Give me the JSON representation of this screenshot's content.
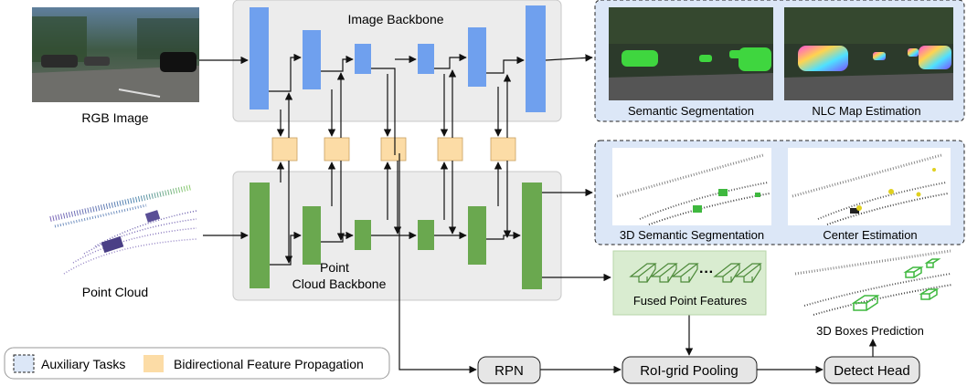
{
  "inputs": {
    "rgb_image_label": "RGB Image",
    "point_cloud_label": "Point Cloud"
  },
  "image_backbone": {
    "title": "Image Backbone",
    "color": "#6fa0ee"
  },
  "point_backbone": {
    "title_line1": "Point",
    "title_line2": "Cloud Backbone",
    "color": "#6aa84f"
  },
  "bfp_color": "#fcdca6",
  "aux_image_tasks": [
    "Semantic Segmentation",
    "NLC Map Estimation"
  ],
  "aux_point_tasks": [
    "3D Semantic Segmentation",
    "Center Estimation"
  ],
  "fused": {
    "label": "Fused Point Features",
    "ellipsis": "···"
  },
  "boxes_label": "3D Boxes Prediction",
  "pipeline": {
    "rpn": "RPN",
    "roi": "RoI-grid Pooling",
    "detect": "Detect Head"
  },
  "legend": {
    "aux": "Auxiliary Tasks",
    "bfp": "Bidirectional Feature Propagation"
  }
}
